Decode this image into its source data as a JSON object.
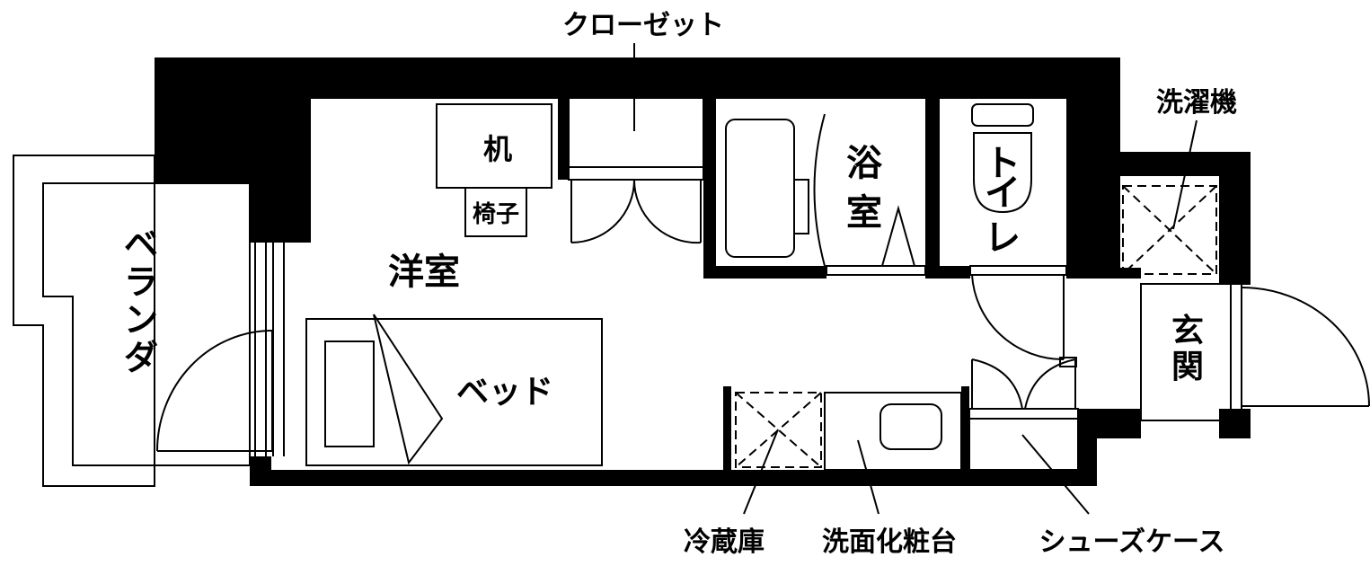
{
  "labels": {
    "closet": "クローゼット",
    "washer": "洗濯機",
    "desk": "机",
    "chair": "椅子",
    "western_room": "洋室",
    "bathroom": "浴室",
    "toilet": "トイレ",
    "veranda": "ベランダ",
    "bed": "ベッド",
    "entrance": "玄関",
    "fridge": "冷蔵庫",
    "washstand": "洗面化粧台",
    "shoe_case": "シューズケース"
  },
  "colors": {
    "wall": "#000000",
    "background": "#ffffff"
  }
}
